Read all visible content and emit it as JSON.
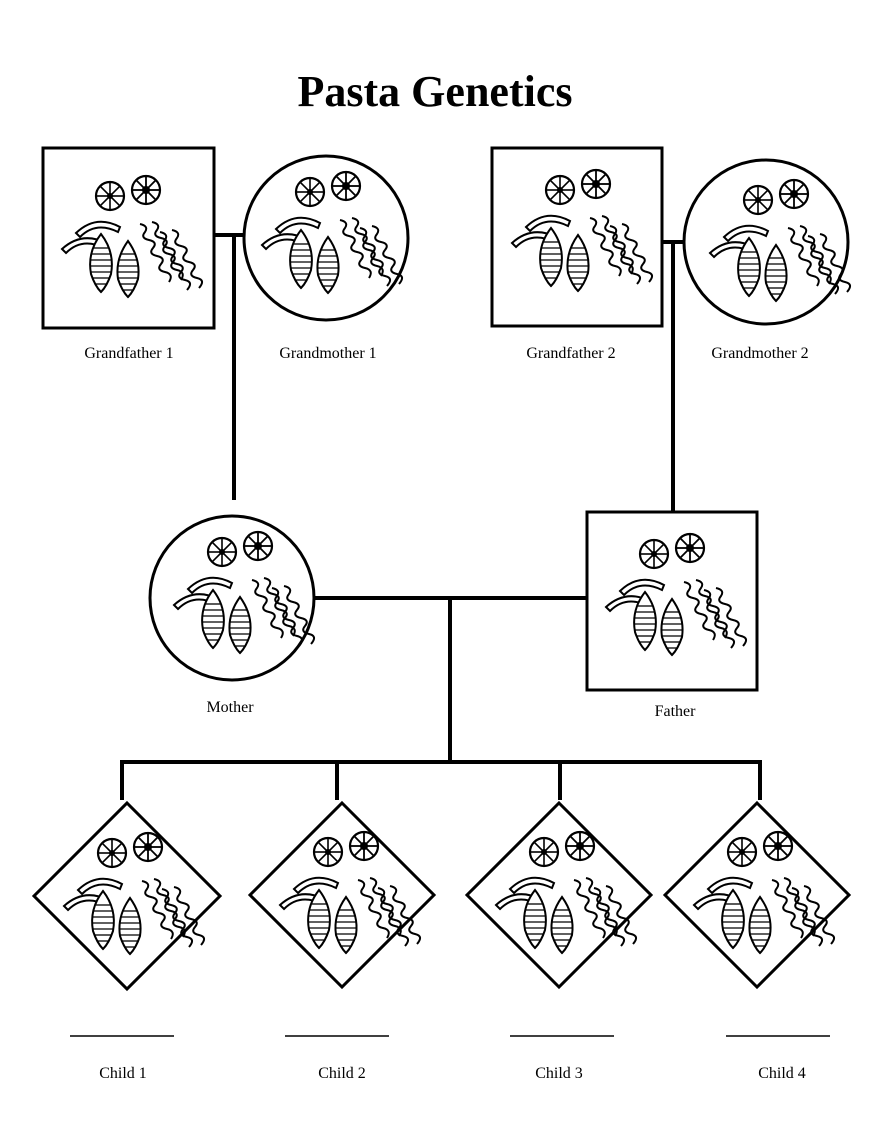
{
  "title": "Pasta Genetics",
  "members": {
    "grandfather1": {
      "label": "Grandfather 1",
      "shape": "square"
    },
    "grandmother1": {
      "label": "Grandmother 1",
      "shape": "circle"
    },
    "grandfather2": {
      "label": "Grandfather 2",
      "shape": "square"
    },
    "grandmother2": {
      "label": "Grandmother 2",
      "shape": "circle"
    },
    "mother": {
      "label": "Mother",
      "shape": "circle"
    },
    "father": {
      "label": "Father",
      "shape": "square"
    },
    "child1": {
      "label": "Child 1",
      "shape": "diamond"
    },
    "child2": {
      "label": "Child 2",
      "shape": "diamond"
    },
    "child3": {
      "label": "Child 3",
      "shape": "diamond"
    },
    "child4": {
      "label": "Child 4",
      "shape": "diamond"
    }
  },
  "pasta_traits": [
    "wagon-wheel",
    "wagon-wheel",
    "elbow",
    "elbow",
    "spiral",
    "spiral",
    "striped-shell",
    "striped-shell"
  ],
  "colors": {
    "ink": "#000000",
    "paper": "#ffffff"
  }
}
